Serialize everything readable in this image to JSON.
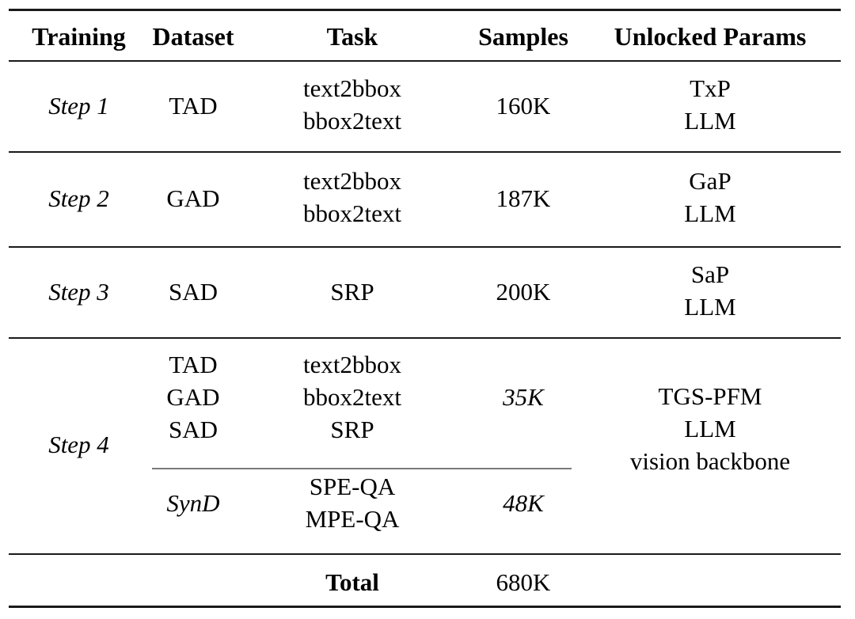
{
  "table": {
    "caption": "",
    "headers": [
      "Training",
      "Dataset",
      "Task",
      "Samples",
      "Unlocked Params"
    ],
    "rows": [
      {
        "training": "Step 1",
        "dataset": "TAD",
        "tasks": [
          "text2bbox",
          "bbox2text"
        ],
        "samples": "160K",
        "params": [
          "TxP",
          "LLM"
        ]
      },
      {
        "training": "Step 2",
        "dataset": "GAD",
        "tasks": [
          "text2bbox",
          "bbox2text"
        ],
        "samples": "187K",
        "params": [
          "GaP",
          "LLM"
        ]
      },
      {
        "training": "Step 3",
        "dataset": "SAD",
        "tasks": [
          "SRP"
        ],
        "samples": "200K",
        "params": [
          "SaP",
          "LLM"
        ]
      }
    ],
    "step4": {
      "training": "Step 4",
      "upper": {
        "datasets": [
          "TAD",
          "GAD",
          "SAD"
        ],
        "tasks": [
          "text2bbox",
          "bbox2text",
          "SRP"
        ],
        "samples": "35K"
      },
      "lower": {
        "dataset": "SynD",
        "tasks": [
          "SPE-QA",
          "MPE-QA"
        ],
        "samples": "48K"
      },
      "params": [
        "TGS-PFM",
        "LLM",
        "vision backbone"
      ]
    },
    "total": {
      "label": "Total",
      "samples": "680K"
    }
  }
}
